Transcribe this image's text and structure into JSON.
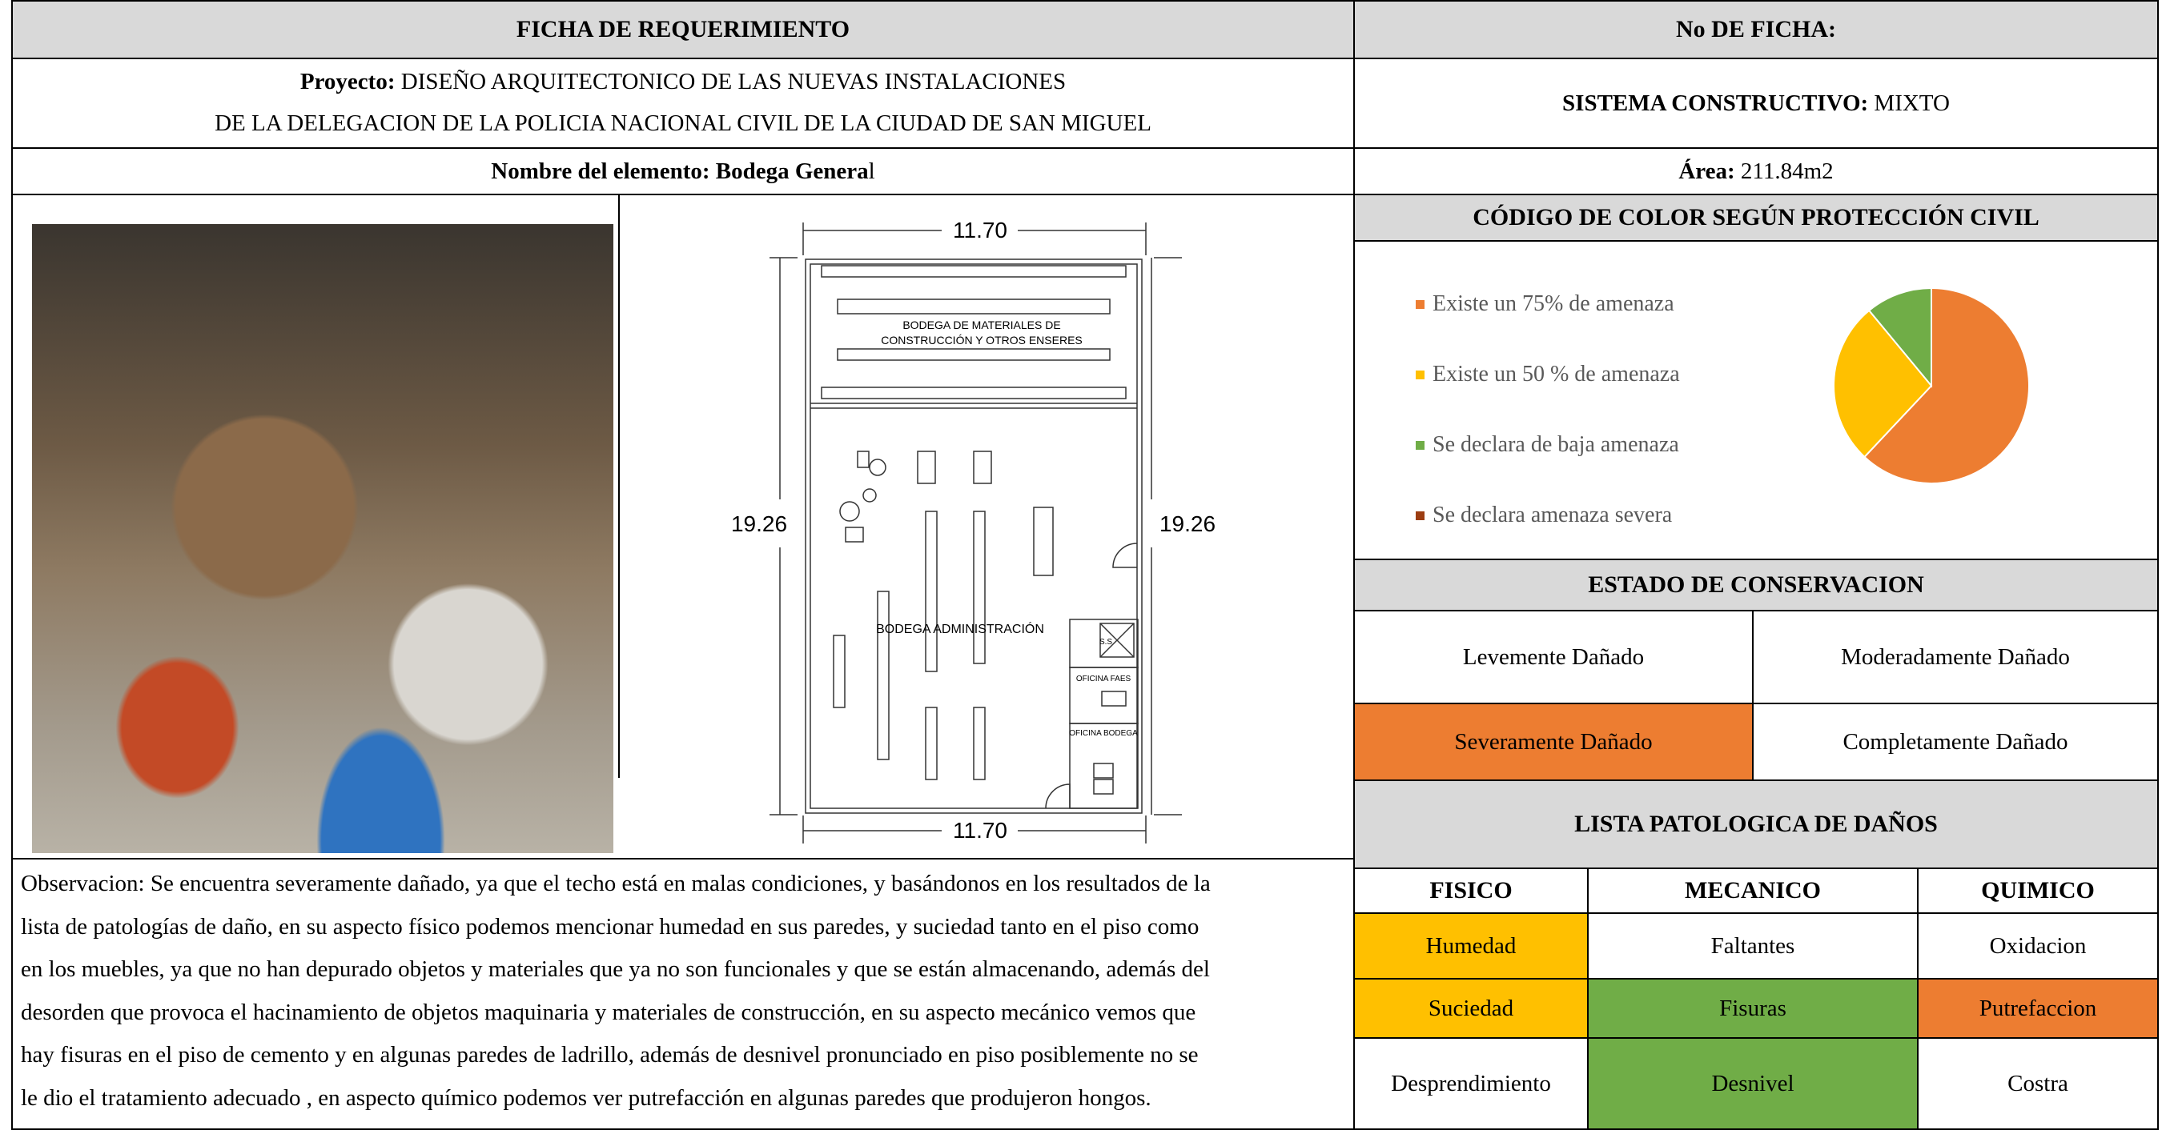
{
  "header": {
    "title": "FICHA DE REQUERIMIENTO",
    "ficha_no": "No DE FICHA:"
  },
  "project": {
    "label": "Proyecto:",
    "line1": "DISEÑO ARQUITECTONICO DE LAS NUEVAS INSTALACIONES",
    "line2": "DE LA DELEGACION DE LA POLICIA NACIONAL CIVIL DE LA CIUDAD DE SAN MIGUEL"
  },
  "system": {
    "label": "SISTEMA CONSTRUCTIVO:",
    "value": "MIXTO"
  },
  "element": {
    "label": "Nombre del elemento: Bodega Genera",
    "suffix": "l"
  },
  "area": {
    "label": "Área:",
    "value": "211.84m2"
  },
  "plan": {
    "dim_top": "11.70",
    "dim_bottom": "11.70",
    "dim_left": "19.26",
    "dim_right": "19.26",
    "room1_line1": "BODEGA DE MATERIALES DE",
    "room1_line2": "CONSTRUCCIÓN Y OTROS ENSERES",
    "room2": "BODEGA ADMINISTRACIÓN",
    "ss": "S.S",
    "office1": "OFICINA FAES",
    "office2": "OFICINA BODEGA"
  },
  "color_code": {
    "title": "CÓDIGO DE COLOR  SEGÚN PROTECCIÓN CIVIL",
    "legend": [
      {
        "label": "Existe un 75% de amenaza",
        "color": "#ed7d31"
      },
      {
        "label": "Existe un 50 % de amenaza",
        "color": "#ffc000"
      },
      {
        "label": "Se declara de baja amenaza",
        "color": "#70ad47"
      },
      {
        "label": "Se declara amenaza severa",
        "color": "#c0504d"
      }
    ]
  },
  "chart_data": {
    "type": "pie",
    "categories": [
      "Existe un 75% de amenaza",
      "Existe un 50 % de amenaza",
      "Se declara de baja amenaza",
      "Se declara amenaza severa"
    ],
    "values": [
      62,
      27,
      11,
      0
    ],
    "colors": [
      "#ed7d31",
      "#ffc000",
      "#70ad47",
      "#9c3d12"
    ]
  },
  "conservation": {
    "title": "ESTADO DE CONSERVACION",
    "options": [
      {
        "label": "Levemente Dañado",
        "color": "#ffffff"
      },
      {
        "label": "Moderadamente  Dañado",
        "color": "#ffffff"
      },
      {
        "label": "Severamente Dañado",
        "color": "#ed7d31"
      },
      {
        "label": "Completamente Dañado",
        "color": "#ffffff"
      }
    ]
  },
  "pathology": {
    "title": "LISTA PATOLOGICA DE DAÑOS",
    "headers": [
      "FISICO",
      "MECANICO",
      "QUIMICO"
    ],
    "rows": [
      [
        {
          "label": "Humedad",
          "color": "#ffc000"
        },
        {
          "label": "Faltantes",
          "color": "#ffffff"
        },
        {
          "label": "Oxidacion",
          "color": "#ffffff"
        }
      ],
      [
        {
          "label": "Suciedad",
          "color": "#ffc000"
        },
        {
          "label": "Fisuras",
          "color": "#70ad47"
        },
        {
          "label": "Putrefaccion",
          "color": "#ed7d31"
        }
      ],
      [
        {
          "label": "Desprendimiento",
          "color": "#ffffff"
        },
        {
          "label": "Desnivel",
          "color": "#70ad47"
        },
        {
          "label": "Costra",
          "color": "#ffffff"
        }
      ]
    ]
  },
  "observation": {
    "lines": [
      "Observacion: Se encuentra severamente dañado, ya que el techo está en malas condiciones, y basándonos en los resultados de la",
      "lista de patologías de daño, en su aspecto físico podemos mencionar humedad en sus paredes, y suciedad tanto en el piso como",
      "en los muebles, ya que no han depurado objetos y materiales que ya no son funcionales y que se están almacenando, además del",
      "desorden que provoca el hacinamiento de objetos maquinaria y materiales de construcción, en su aspecto mecánico vemos que",
      "hay fisuras en el piso de cemento y en algunas paredes de ladrillo, además de desnivel pronunciado  en piso posiblemente no se",
      "le dio el tratamiento adecuado , en aspecto químico podemos ver putrefacción en algunas paredes que produjeron hongos."
    ]
  }
}
